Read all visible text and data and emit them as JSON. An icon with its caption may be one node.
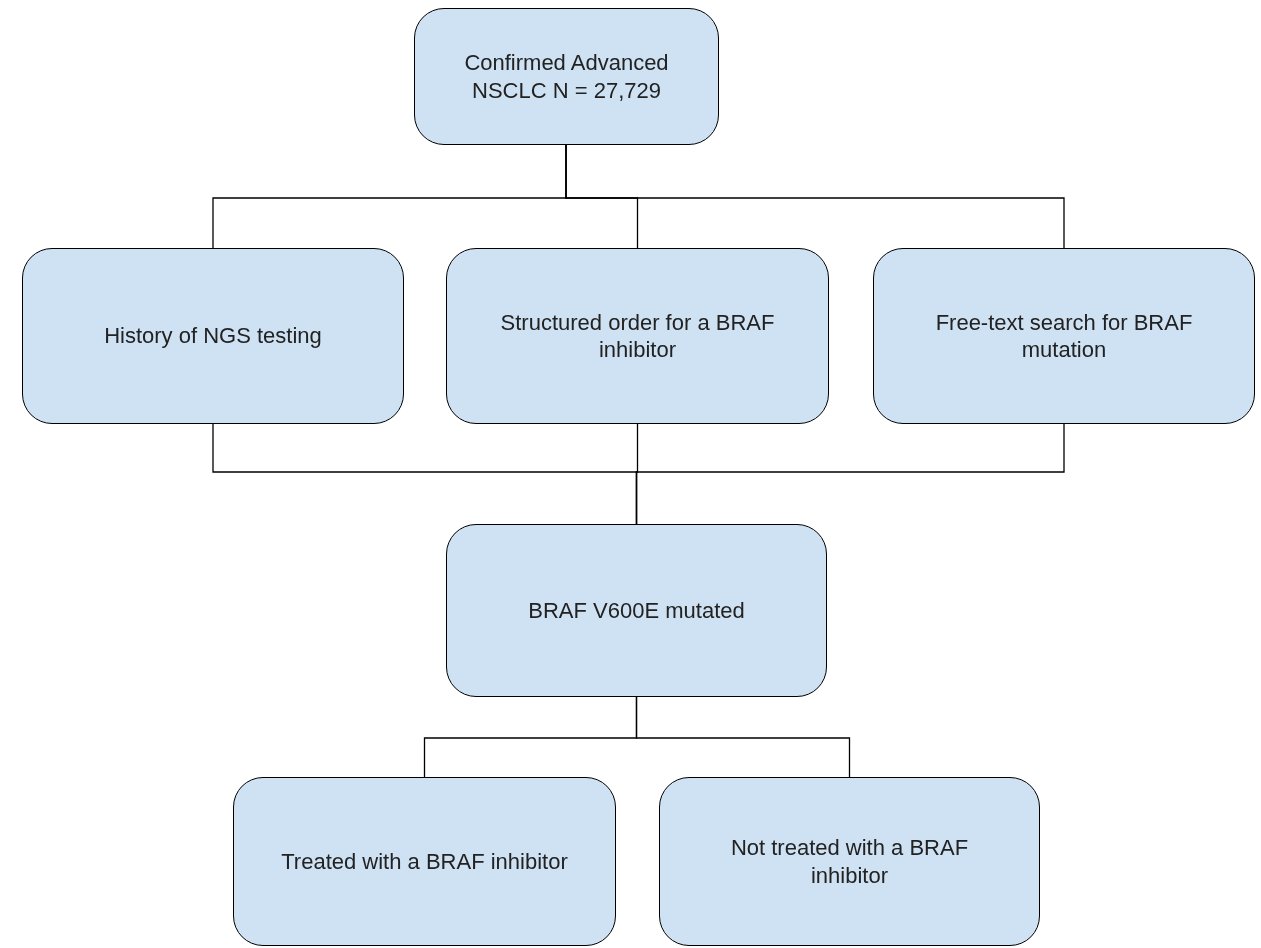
{
  "diagram": {
    "nodes": [
      {
        "text": [
          "Confirmed Advanced NSCLC N = 27,729"
        ]
      },
      {
        "text": [
          "History of NGS testing"
        ]
      },
      {
        "text": [
          "Structured order for a BRAF inhibitor"
        ]
      },
      {
        "text": [
          "Free-text search for BRAF mutation"
        ]
      },
      {
        "text": [
          "BRAF V600E mutated"
        ]
      },
      {
        "text": [
          "Treated with a BRAF inhibitor"
        ]
      },
      {
        "text": [
          "Not treated with a BRAF inhibitor"
        ]
      }
    ],
    "edges": [
      {
        "from": 0,
        "to": 1,
        "arrow": "none"
      },
      {
        "from": 0,
        "to": 2,
        "arrow": "none"
      },
      {
        "from": 0,
        "to": 3,
        "arrow": "none"
      },
      {
        "from": 1,
        "to": 4,
        "arrow": "none"
      },
      {
        "from": 2,
        "to": 4,
        "arrow": "none"
      },
      {
        "from": 3,
        "to": 4,
        "arrow": "none"
      },
      {
        "from": 4,
        "to": 5,
        "arrow": "none"
      },
      {
        "from": 4,
        "to": 6,
        "arrow": "none"
      }
    ]
  }
}
